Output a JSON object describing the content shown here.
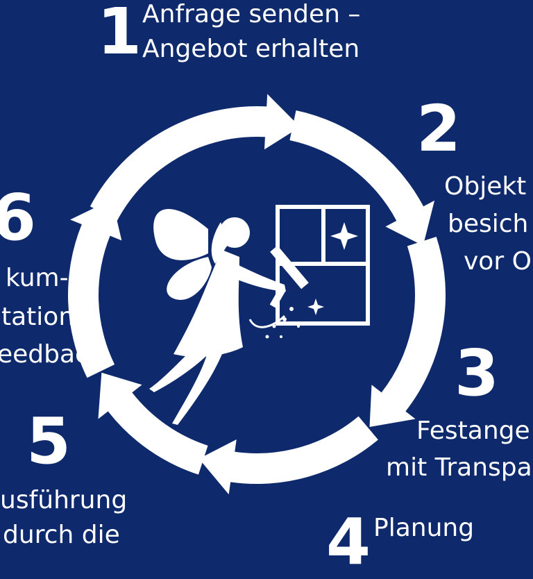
{
  "colors": {
    "background": "#0f2a6c",
    "foreground": "#ffffff"
  },
  "steps": [
    {
      "number": "1",
      "lines": [
        "Anfrage senden –",
        "Angebot erhalten"
      ]
    },
    {
      "number": "2",
      "lines": [
        "Objekt",
        "besich",
        "vor O"
      ]
    },
    {
      "number": "3",
      "lines": [
        "Festange",
        "mit Transpa"
      ]
    },
    {
      "number": "4",
      "lines": [
        "Planung"
      ]
    },
    {
      "number": "5",
      "lines": [
        "usführung",
        "durch die"
      ]
    },
    {
      "number": "6",
      "lines": [
        "kum-",
        "tation",
        "eedback"
      ]
    }
  ],
  "center_icon": "fairy-cleaning-window-icon"
}
